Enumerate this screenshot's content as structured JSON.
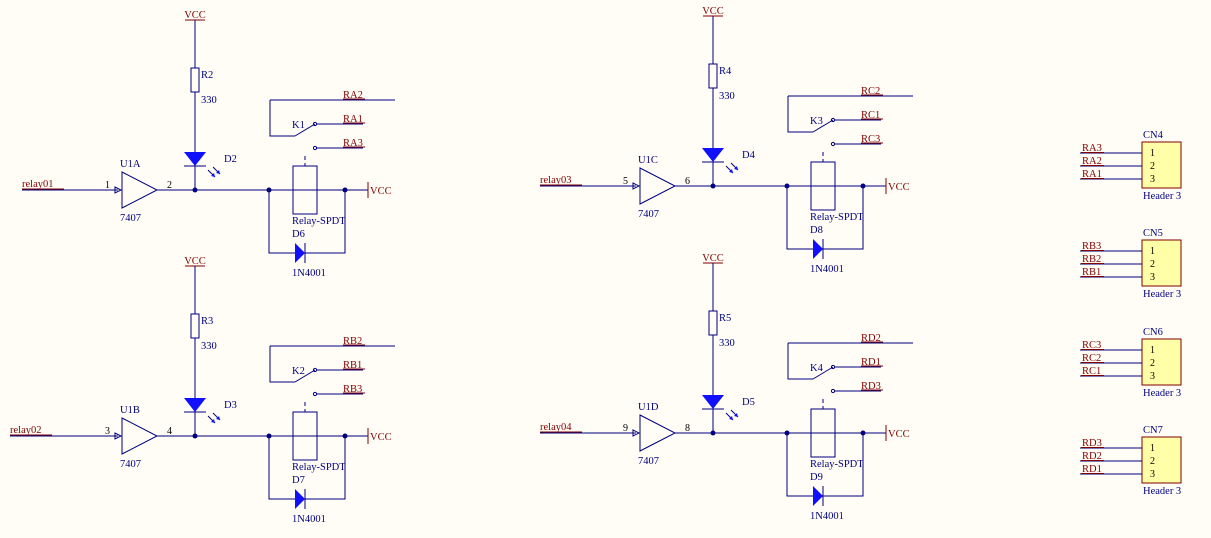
{
  "colors": {
    "wire": "#000080",
    "net_label": "#800000",
    "part": "#1010ff",
    "header_fill": "#ffffa8",
    "background": "#fffdf5"
  },
  "channels": [
    {
      "input": "relay01",
      "buffer": "U1A",
      "pin_in": "1",
      "pin_out": "2",
      "chip": "7407",
      "resistor": "R2",
      "resistor_value": "330",
      "led": "D2",
      "relay": "K1",
      "relay_type": "Relay-SPDT",
      "diode": "D6",
      "diode_type": "1N4001",
      "vcc": "VCC",
      "nets": [
        "RA2",
        "RA1",
        "RA3"
      ]
    },
    {
      "input": "relay02",
      "buffer": "U1B",
      "pin_in": "3",
      "pin_out": "4",
      "chip": "7407",
      "resistor": "R3",
      "resistor_value": "330",
      "led": "D3",
      "relay": "K2",
      "relay_type": "Relay-SPDT",
      "diode": "D7",
      "diode_type": "1N4001",
      "vcc": "VCC",
      "nets": [
        "RB2",
        "RB1",
        "RB3"
      ]
    },
    {
      "input": "relay03",
      "buffer": "U1C",
      "pin_in": "5",
      "pin_out": "6",
      "chip": "7407",
      "resistor": "R4",
      "resistor_value": "330",
      "led": "D4",
      "relay": "K3",
      "relay_type": "Relay-SPDT",
      "diode": "D8",
      "diode_type": "1N4001",
      "vcc": "VCC",
      "nets": [
        "RC2",
        "RC1",
        "RC3"
      ]
    },
    {
      "input": "relay04",
      "buffer": "U1D",
      "pin_in": "9",
      "pin_out": "8",
      "chip": "7407",
      "resistor": "R5",
      "resistor_value": "330",
      "led": "D5",
      "relay": "K4",
      "relay_type": "Relay-SPDT",
      "diode": "D9",
      "diode_type": "1N4001",
      "vcc": "VCC",
      "nets": [
        "RD2",
        "RD1",
        "RD3"
      ]
    }
  ],
  "headers": [
    {
      "ref": "CN4",
      "type": "Header 3",
      "pins": [
        "1",
        "2",
        "3"
      ],
      "nets": [
        "RA3",
        "RA2",
        "RA1"
      ]
    },
    {
      "ref": "CN5",
      "type": "Header 3",
      "pins": [
        "1",
        "2",
        "3"
      ],
      "nets": [
        "RB3",
        "RB2",
        "RB1"
      ]
    },
    {
      "ref": "CN6",
      "type": "Header 3",
      "pins": [
        "1",
        "2",
        "3"
      ],
      "nets": [
        "RC3",
        "RC2",
        "RC1"
      ]
    },
    {
      "ref": "CN7",
      "type": "Header 3",
      "pins": [
        "1",
        "2",
        "3"
      ],
      "nets": [
        "RD3",
        "RD2",
        "RD1"
      ]
    }
  ]
}
